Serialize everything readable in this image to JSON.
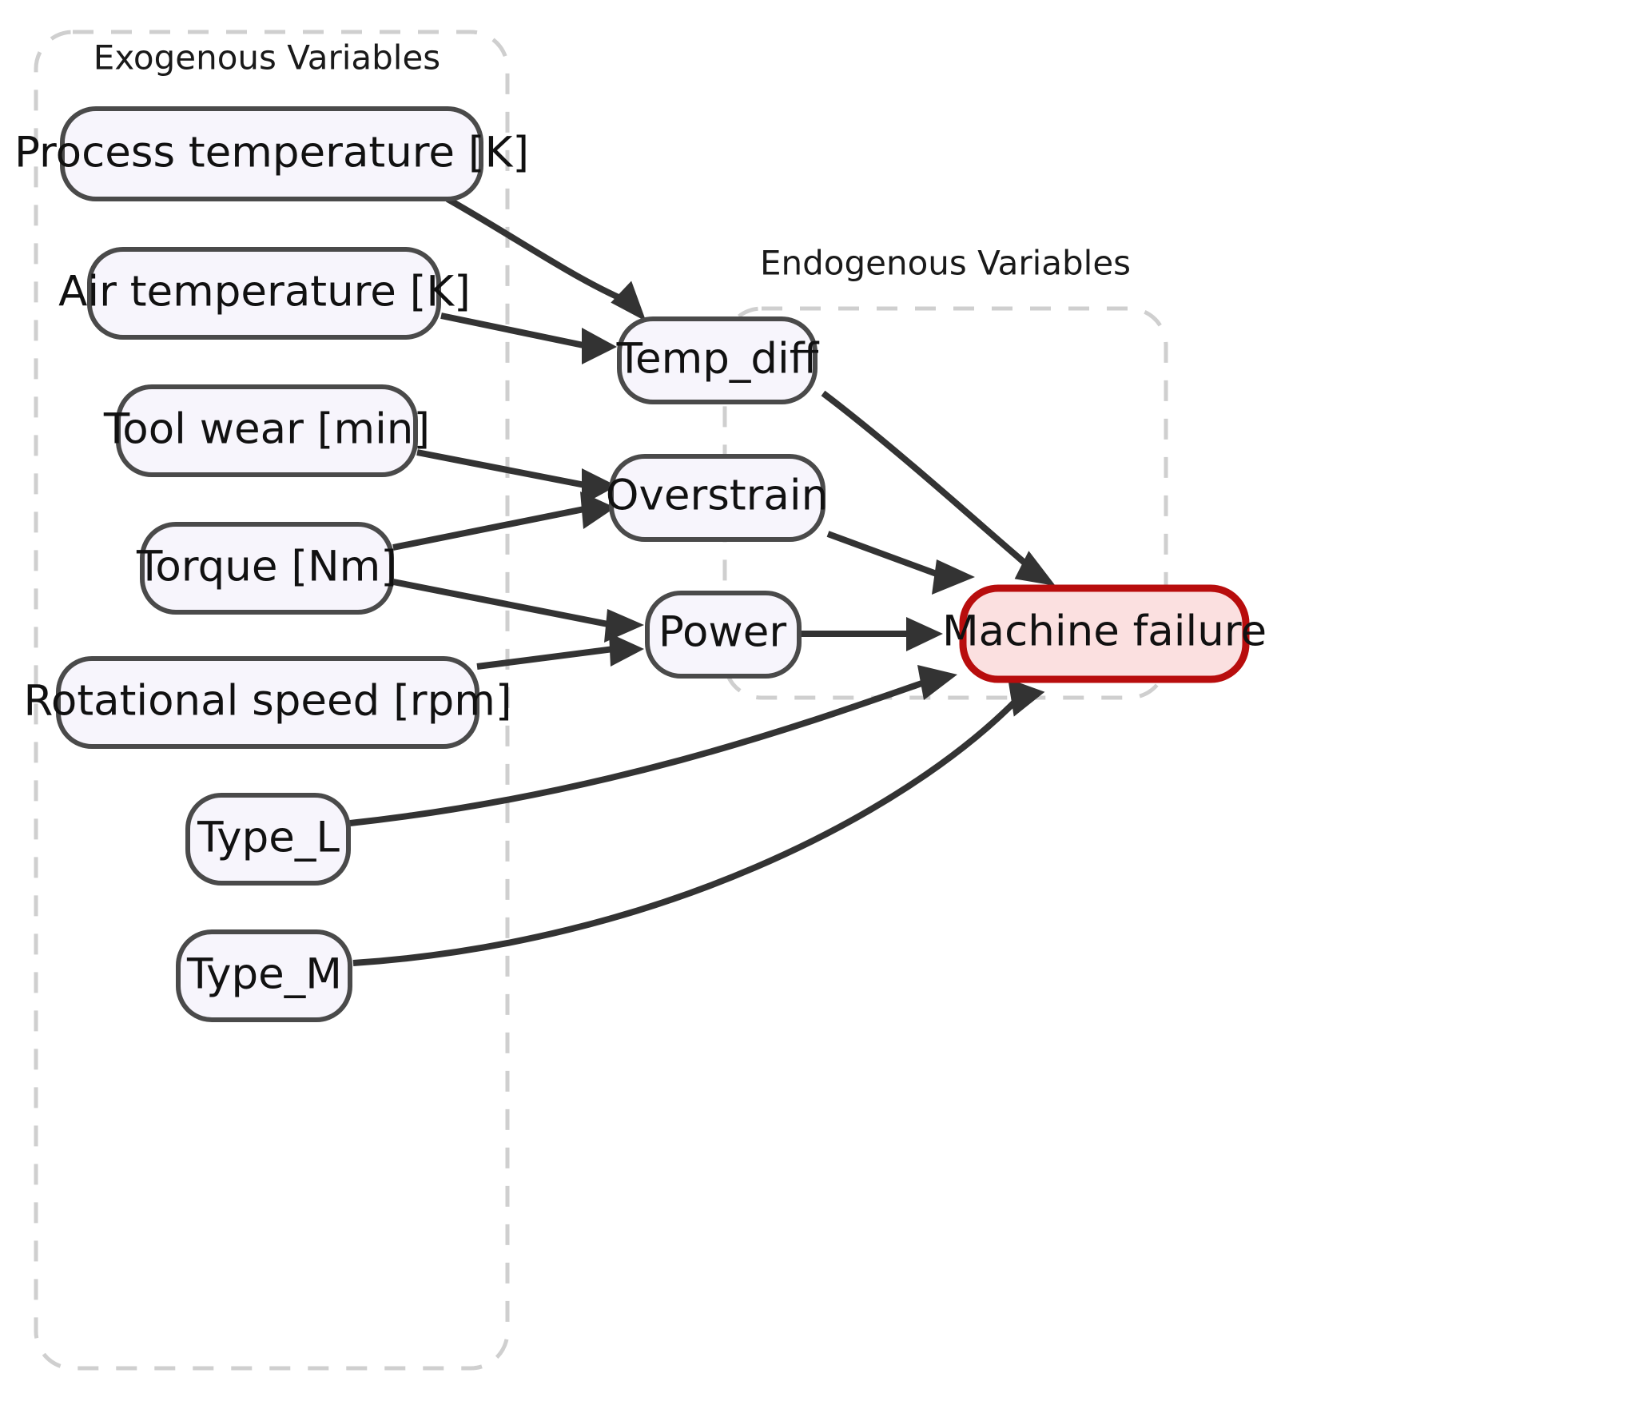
{
  "diagram": {
    "type": "causal-graph",
    "title": "",
    "background_color": "#ffffff",
    "clusters": [
      {
        "id": "exogenous",
        "label": "Exogenous Variables",
        "border_color": "#cfcfcf",
        "border_style": "dashed"
      },
      {
        "id": "endogenous",
        "label": "Endogenous Variables",
        "border_color": "#cfcfcf",
        "border_style": "dashed"
      }
    ],
    "nodes": [
      {
        "id": "process_temperature",
        "label": "Process temperature [K]",
        "cluster": "exogenous",
        "fill": "#f7f5fc",
        "stroke": "#4a4a4a"
      },
      {
        "id": "air_temperature",
        "label": "Air temperature [K]",
        "cluster": "exogenous",
        "fill": "#f7f5fc",
        "stroke": "#4a4a4a"
      },
      {
        "id": "tool_wear",
        "label": "Tool wear [min]",
        "cluster": "exogenous",
        "fill": "#f7f5fc",
        "stroke": "#4a4a4a"
      },
      {
        "id": "torque",
        "label": "Torque [Nm]",
        "cluster": "exogenous",
        "fill": "#f7f5fc",
        "stroke": "#4a4a4a"
      },
      {
        "id": "rotational_speed",
        "label": "Rotational speed [rpm]",
        "cluster": "exogenous",
        "fill": "#f7f5fc",
        "stroke": "#4a4a4a"
      },
      {
        "id": "type_l",
        "label": "Type_L",
        "cluster": "exogenous",
        "fill": "#f7f5fc",
        "stroke": "#4a4a4a"
      },
      {
        "id": "type_m",
        "label": "Type_M",
        "cluster": "exogenous",
        "fill": "#f7f5fc",
        "stroke": "#4a4a4a"
      },
      {
        "id": "temp_diff",
        "label": "Temp_diff",
        "cluster": "endogenous",
        "fill": "#f7f5fc",
        "stroke": "#4a4a4a"
      },
      {
        "id": "overstrain",
        "label": "Overstrain",
        "cluster": "endogenous",
        "fill": "#f7f5fc",
        "stroke": "#4a4a4a"
      },
      {
        "id": "power",
        "label": "Power",
        "cluster": "endogenous",
        "fill": "#f7f5fc",
        "stroke": "#4a4a4a"
      },
      {
        "id": "machine_failure",
        "label": "Machine failure",
        "cluster": "none",
        "fill": "#fbe0e0",
        "stroke": "#b80d0d"
      }
    ],
    "edges": [
      {
        "from": "process_temperature",
        "to": "temp_diff"
      },
      {
        "from": "air_temperature",
        "to": "temp_diff"
      },
      {
        "from": "tool_wear",
        "to": "overstrain"
      },
      {
        "from": "torque",
        "to": "overstrain"
      },
      {
        "from": "torque",
        "to": "power"
      },
      {
        "from": "rotational_speed",
        "to": "power"
      },
      {
        "from": "temp_diff",
        "to": "machine_failure"
      },
      {
        "from": "overstrain",
        "to": "machine_failure"
      },
      {
        "from": "power",
        "to": "machine_failure"
      },
      {
        "from": "type_l",
        "to": "machine_failure"
      },
      {
        "from": "type_m",
        "to": "machine_failure"
      }
    ]
  }
}
